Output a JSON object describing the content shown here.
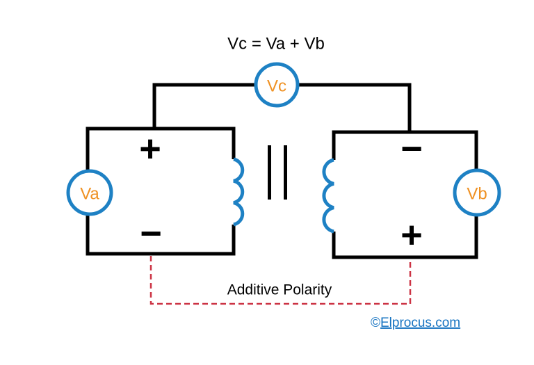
{
  "diagram": {
    "title": "Vc = Va + Vb",
    "caption": "Additive Polarity",
    "meters": {
      "vc": "Vc",
      "va": "Va",
      "vb": "Vb"
    },
    "left_winding": {
      "top_polarity": "+",
      "bottom_polarity": "−"
    },
    "right_winding": {
      "top_polarity": "−",
      "bottom_polarity": "+"
    },
    "copyright": {
      "symbol": "©",
      "link_text": "Elprocus.com"
    },
    "colors": {
      "wire": "#000000",
      "meter_stroke": "#1e81c4",
      "meter_label": "#ef9123",
      "coil": "#1e81c4",
      "dashed_line": "#cc3344",
      "link": "#1673c1"
    }
  }
}
